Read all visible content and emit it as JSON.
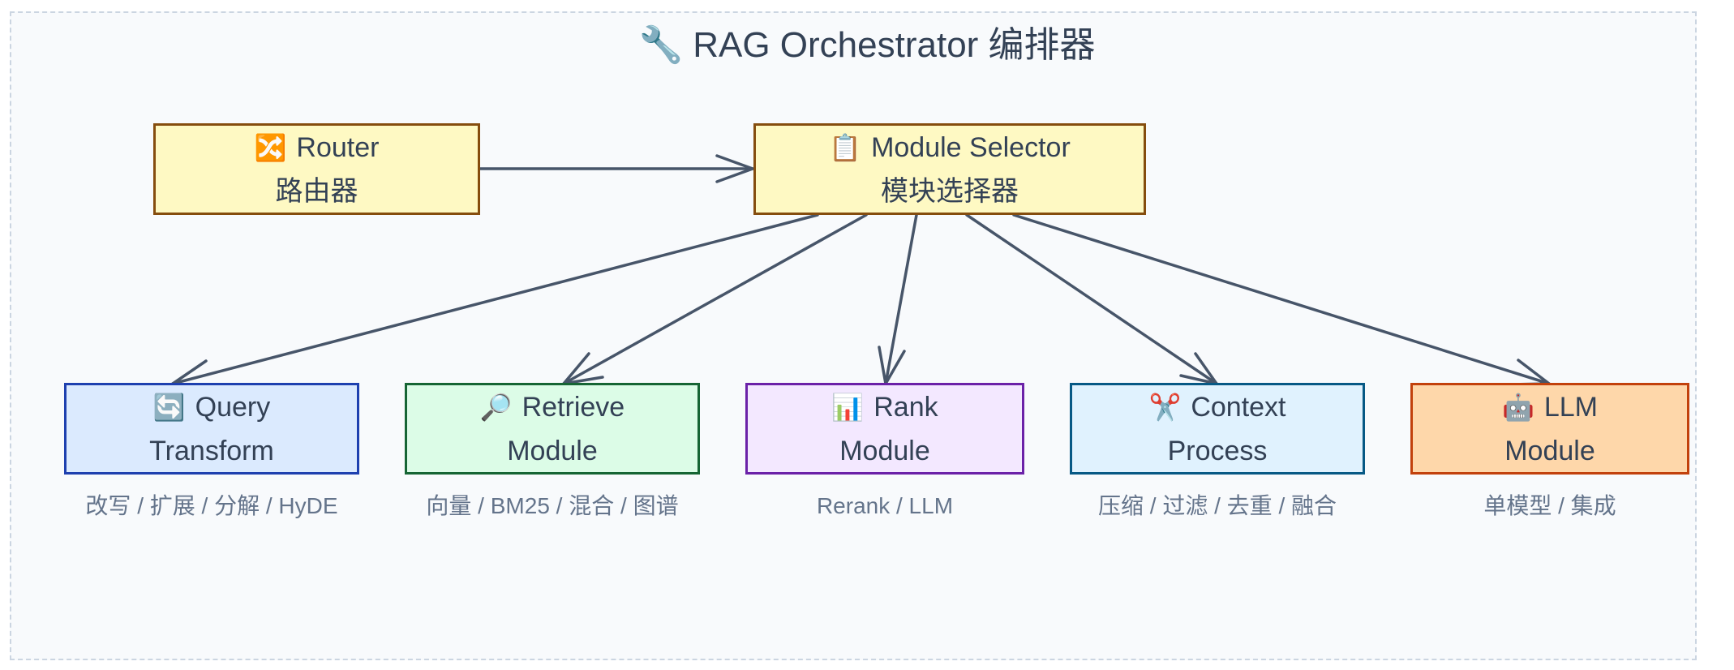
{
  "title": {
    "icon": "wrench-icon",
    "glyph": "🔧",
    "text": "RAG Orchestrator 编排器"
  },
  "nodes": {
    "router": {
      "icon": "shuffle-icon",
      "glyph": "🔀",
      "label1": "Router",
      "label2": "路由器",
      "fill": "#fef9c3",
      "border": "#854d0e"
    },
    "selector": {
      "icon": "clipboard-icon",
      "glyph": "📋",
      "label1": "Module Selector",
      "label2": "模块选择器",
      "fill": "#fef9c3",
      "border": "#854d0e"
    },
    "query": {
      "icon": "refresh-icon",
      "glyph": "🔄",
      "label1": "Query",
      "label2": "Transform",
      "caption": "改写 / 扩展 / 分解 / HyDE",
      "fill": "#dbeafe",
      "border": "#1e40af"
    },
    "retrieve": {
      "icon": "magnifier-icon",
      "glyph": "🔎",
      "label1": "Retrieve",
      "label2": "Module",
      "caption": "向量 / BM25 / 混合 / 图谱",
      "fill": "#dcfce7",
      "border": "#166534"
    },
    "rank": {
      "icon": "bar-chart-icon",
      "glyph": "📊",
      "label1": "Rank",
      "label2": "Module",
      "caption": "Rerank / LLM",
      "fill": "#f3e8ff",
      "border": "#6b21a8"
    },
    "context": {
      "icon": "scissors-icon",
      "glyph": "✂️",
      "label1": "Context",
      "label2": "Process",
      "caption": "压缩 / 过滤 / 去重 / 融合",
      "fill": "#e0f2fe",
      "border": "#075985"
    },
    "llm": {
      "icon": "robot-icon",
      "glyph": "🤖",
      "label1": "LLM",
      "label2": "Module",
      "caption": "单模型 / 集成",
      "fill": "#fed7aa",
      "border": "#c2410c"
    }
  },
  "edges": [
    {
      "from": "router",
      "to": "selector"
    },
    {
      "from": "selector",
      "to": "query"
    },
    {
      "from": "selector",
      "to": "retrieve"
    },
    {
      "from": "selector",
      "to": "rank"
    },
    {
      "from": "selector",
      "to": "context"
    },
    {
      "from": "selector",
      "to": "llm"
    }
  ],
  "colors": {
    "edge": "#475569",
    "frame_border": "#cbd5e1",
    "frame_fill": "#f8fafc",
    "caption": "#64748b"
  }
}
